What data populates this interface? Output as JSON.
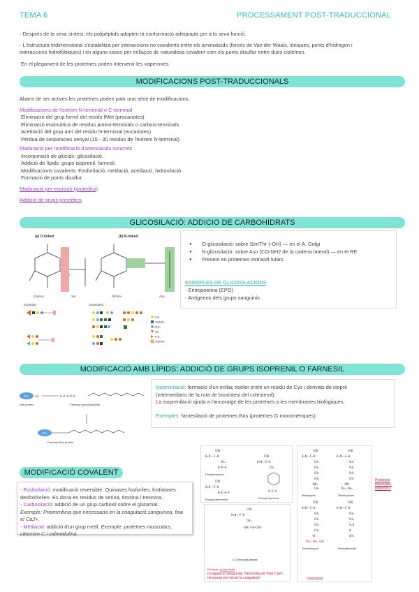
{
  "header": {
    "left": "TEMA 6",
    "right": "PROCESSAMENT POST-TRADUCCIONAL"
  },
  "intro": {
    "l1": "- Després de la seva síntesi, els polipèptids adopten la conformació adequada per a la seva funció.",
    "l2a": "- L'estructura tridimensional s'estabilitza per interaccions no covalents entre els aminoàcids (forces de Van der Waals, iòniques, ponts d'hidrogen i",
    "l2b": "interaccions hidrofòbiques) i en alguns casos per enllaços de naturalesa covalent com els ponts disulfur entre dues cisteïnes.",
    "l3": "En el plegament de les proteïnes poden intervenir les xaperones."
  },
  "mods": {
    "banner": "MODIFICACIONS POST-TRADUCCIONALS",
    "lead": "Abans de ser actives les proteïnes poden patir una sèrie de modificacions.",
    "g1_title": "Modificacions de l'extrem N-terminal o C-terminal",
    "g1": [
      "Eliminació del grup formil del residu fMet (procariotes)",
      "Eliminació enzimàtica de residus amino-terminals o carboxi-terminals",
      "Acetilació del grup amí del residu N-terminal (eucariotes)",
      "Pèrdua de seqüències senyal (15 - 30 residus de l'extrem N-terminal)"
    ],
    "g2_title": "Maduració per modificació d'aminoàcids concrets",
    "g2": [
      "Incorporació de glúcids: glicosilació.",
      "Addició de lípids: grups isoprenil, farnesil.",
      "Modificacions covalents: Fosforilació, metilació, acetilació, hidroxilació.",
      "Formació de ponts disulfur."
    ],
    "g3": "Maduració per escissió (proteòlisi)",
    "g4": "Addició de grups prostètics"
  },
  "glyco": {
    "banner": "GLICOSILACIÓ: ADDICIO DE CARBOHIDRATS",
    "bullets": [
      "O-glicosilació: sobre Ser/Thr (-OH) — en el A. Golgi",
      "N-glicosilació: sobre Asn (CO-NH2 de la cadena lateral) — en el RE",
      "Present en proteïnes extracel·lulars"
    ],
    "ex_title": "EXEMPLES DE GLICOSILACIONS",
    "ex": [
      "- Eritropoetina (EPO)",
      "- Antígenos dels grups sanguinis"
    ],
    "fig": {
      "o_label": "(a) O-linked",
      "n_label": "(b) N-linked",
      "galnac": "GalNAc",
      "ser": "Ser",
      "glcnac": "GlcNAc",
      "asn": "Asn",
      "ex1": "Example:",
      "ex2": "Examples:",
      "legend": [
        "Gal",
        "GlcNAc",
        "Man",
        "Sia",
        "Fuc",
        "GalNAc"
      ]
    }
  },
  "lipid": {
    "banner": "MODIFICACIÓ AMB LÍPIDS: ADDICIÓ DE GRUPS ISOPRENIL O FARNESIL",
    "isop_label": "Isoprenilació:",
    "isop_text1": " formació d'un enllaç tioèter entre un residu de Cys i derivats de isoprè",
    "isop_text2": "(intermediaris de la ruta de biosíntesi del colesterol).",
    "isop_text3": "La isoprenilació ajuda a l'ancoratge de les proteïnes a les membranes biològiques.",
    "ex_label": "Exemples:",
    "ex_text": " farnesilació de proteïnes Ras (proteïnes G monomèriques)",
    "fig": {
      "ras": "Ras",
      "ras_protein": "Ras protein",
      "fpp": "Farnesyl pyrophosphate",
      "farnesyl_ras": "Farnesyl-Ras protein",
      "sh": "SH"
    }
  },
  "cov": {
    "banner": "MODIFICACIÓ COVALENT",
    "p1_label": "- Fosforilació:",
    "p1": " modificació reversible. Quinases fosforilen, fosfatases desfosforilen. Es dona en residus de serina, tirosina i treonina.",
    "p2_label": "- Carboxilació:",
    "p2": " addició de un grup carboxil sobre el glutamat.",
    "p2_ex": "Exemple: Protrombina que necessaria en la coagulació sanguínea, fixa el Ca2+.",
    "p3_label": "- Metilació:",
    "p3": " addició d'un grup metil. ",
    "p3_ex": "Exemple: proteïnes musculars, citocrom C i calmodulina."
  },
  "chem": {
    "phosphoserine": "Phosphoserine",
    "phosphothreonine": "Phosphothreonine",
    "phosphotyrosine": "Phosphotyrosine",
    "gcarboxy": "γ-Carboxyglutamate",
    "methyllysine": "Methyllysine",
    "dimethyllysine": "Dimethyllysine",
    "trimethyllysine": "Trimethyllysine",
    "methylglutamate": "Methylglutamate",
    "note_label": "Exemple:",
    "note_word": "protrombina",
    "note_text": " (coagulació sanguínia). Necessita per fixar Ca2+, necessari per iniciar la coagulació",
    "side_note": "Proteïnes musculars, citocrom c",
    "calmodulina": "Calmodulina"
  }
}
